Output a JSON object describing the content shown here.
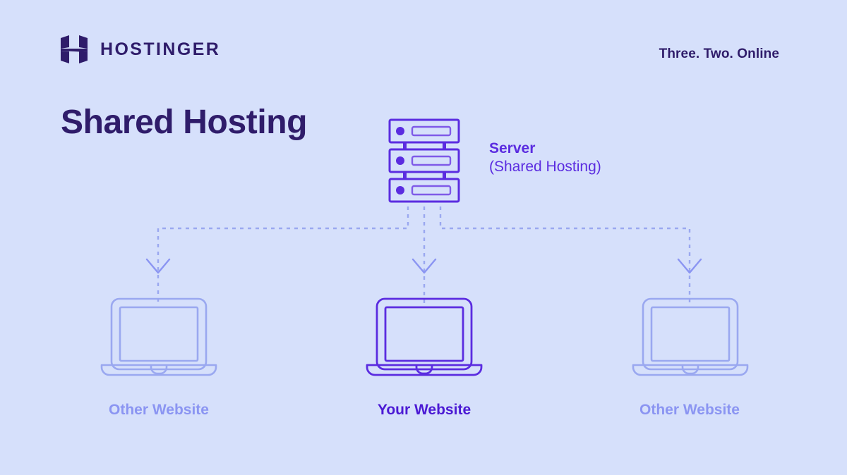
{
  "theme": {
    "background": "#d6e0fb",
    "ink_dark": "#2f1c6a",
    "accent": "#5b2ce0",
    "accent_strong": "#4b19d4",
    "muted": "#8b95f2",
    "line": "#9aa8f0"
  },
  "header": {
    "logo_icon": "hostinger-h-logo-icon",
    "brand": "HOSTINGER",
    "tagline": "Three. Two. Online"
  },
  "title": "Shared Hosting",
  "server": {
    "icon": "server-rack-icon",
    "label_line1": "Server",
    "label_line2": "(Shared Hosting)",
    "units": 3
  },
  "connectors": {
    "style": "dashed",
    "arrow_icon": "chevron-down-arrow-icon",
    "count": 3
  },
  "nodes": [
    {
      "id": "other-website-left",
      "icon": "laptop-icon",
      "caption": "Other Website",
      "emphasis": "muted"
    },
    {
      "id": "your-website",
      "icon": "laptop-icon",
      "caption": "Your Website",
      "emphasis": "active"
    },
    {
      "id": "other-website-right",
      "icon": "laptop-icon",
      "caption": "Other Website",
      "emphasis": "muted"
    }
  ]
}
